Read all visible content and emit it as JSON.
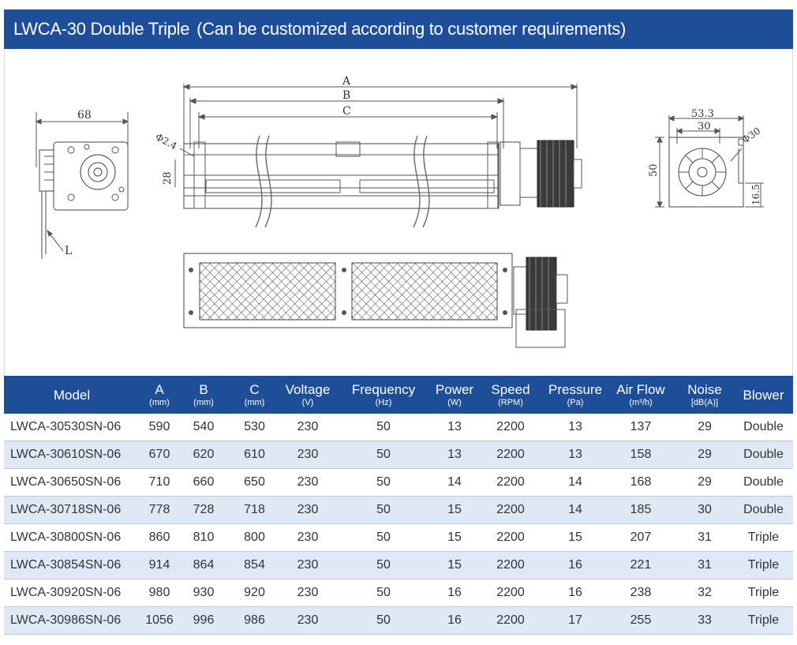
{
  "header": {
    "title": "LWCA-30 Double Triple",
    "subtitle": "(Can be customized according to customer requirements)"
  },
  "colors": {
    "header_bg": "#1f4e98",
    "alt_row_bg": "#dfe9f6",
    "line": "#b9c9e0"
  },
  "drawing_labels": {
    "side_width": "68",
    "side_lead": "L",
    "dim_a": "A",
    "dim_b": "B",
    "dim_c": "C",
    "hole_dia": "Φ2.4",
    "height_28": "28",
    "end_width": "53.3",
    "end_inner": "30",
    "end_height": "50",
    "end_dia": "Φ30",
    "end_outlet": "16.5"
  },
  "table": {
    "headers": [
      {
        "main": "Model",
        "unit": ""
      },
      {
        "main": "A",
        "unit": "(mm)"
      },
      {
        "main": "B",
        "unit": "(mm)"
      },
      {
        "main": "C",
        "unit": "(mm)"
      },
      {
        "main": "Voltage",
        "unit": "(V)"
      },
      {
        "main": "Frequency",
        "unit": "(Hz)"
      },
      {
        "main": "Power",
        "unit": "(W)"
      },
      {
        "main": "Speed",
        "unit": "(RPM)"
      },
      {
        "main": "Pressure",
        "unit": "(Pa)"
      },
      {
        "main": "Air Flow",
        "unit": "(m³/h)"
      },
      {
        "main": "Noise",
        "unit": "[dB(A)]"
      },
      {
        "main": "Blower",
        "unit": ""
      }
    ],
    "rows": [
      [
        "LWCA-30530SN-06",
        "590",
        "540",
        "530",
        "230",
        "50",
        "13",
        "2200",
        "13",
        "137",
        "29",
        "Double"
      ],
      [
        "LWCA-30610SN-06",
        "670",
        "620",
        "610",
        "230",
        "50",
        "13",
        "2200",
        "13",
        "158",
        "29",
        "Double"
      ],
      [
        "LWCA-30650SN-06",
        "710",
        "660",
        "650",
        "230",
        "50",
        "14",
        "2200",
        "14",
        "168",
        "29",
        "Double"
      ],
      [
        "LWCA-30718SN-06",
        "778",
        "728",
        "718",
        "230",
        "50",
        "15",
        "2200",
        "14",
        "185",
        "30",
        "Double"
      ],
      [
        "LWCA-30800SN-06",
        "860",
        "810",
        "800",
        "230",
        "50",
        "15",
        "2200",
        "15",
        "207",
        "31",
        "Triple"
      ],
      [
        "LWCA-30854SN-06",
        "914",
        "864",
        "854",
        "230",
        "50",
        "15",
        "2200",
        "16",
        "221",
        "31",
        "Triple"
      ],
      [
        "LWCA-30920SN-06",
        "980",
        "930",
        "920",
        "230",
        "50",
        "16",
        "2200",
        "16",
        "238",
        "32",
        "Triple"
      ],
      [
        "LWCA-30986SN-06",
        "1056",
        "996",
        "986",
        "230",
        "50",
        "16",
        "2200",
        "17",
        "255",
        "33",
        "Triple"
      ]
    ]
  }
}
